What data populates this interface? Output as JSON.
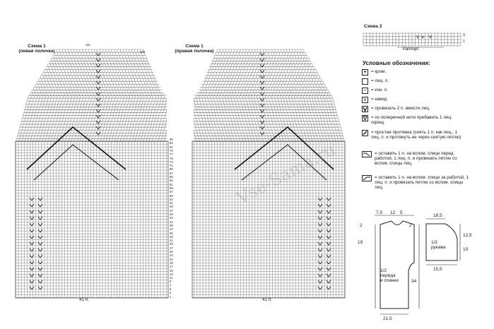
{
  "schemes": {
    "left": {
      "title_line1": "Схема 1",
      "title_line2": "(левая полочка)",
      "stitch_count": "41 п.",
      "row_top_labels": [
        "151",
        "149"
      ],
      "row_labels_right": [
        "85",
        "83",
        "81",
        "79",
        "77",
        "75",
        "73",
        "71",
        "69",
        "67",
        "65",
        "63",
        "61",
        "59",
        "57",
        "55",
        "53",
        "51",
        "49",
        "47",
        "45",
        "43",
        "41",
        "39",
        "37",
        "35",
        "33",
        "31",
        "29",
        "27",
        "25",
        "23",
        "21",
        "19",
        "17",
        "15",
        "13",
        "11",
        "9",
        "7",
        "5",
        "3",
        "1"
      ]
    },
    "right": {
      "title_line1": "Схема 1",
      "title_line2": "(правая полочка)",
      "stitch_count": "41 п."
    },
    "scheme2": {
      "title": "Схема 2",
      "rapport": "Раппорт",
      "row_labels": [
        "3",
        "1"
      ]
    }
  },
  "legend": {
    "heading": "Условные обозначения:",
    "items": [
      {
        "symbol": "plus",
        "text": "= кром."
      },
      {
        "symbol": "blank",
        "text": "= лиц. п."
      },
      {
        "symbol": "dash",
        "text": "= изн. п."
      },
      {
        "symbol": "circle",
        "text": "= накид"
      },
      {
        "symbol": "k2tog",
        "text": "= провязать 2 п. вместе лиц."
      },
      {
        "symbol": "inc",
        "text": "= из поперечной нити прибавить 1 лиц. скрещ."
      },
      {
        "symbol": "skp",
        "text": "= простая протяжка (снять 1 п. как лиц., 1 лиц. п. и протянуть ее через снятую петлю)"
      },
      {
        "symbol": "cable-front",
        "text": "= оставить 1 п. на вспом. спице перед работой, 1 лиц. п. и провязать петлю со вспом. спицы лиц."
      },
      {
        "symbol": "cable-back",
        "text": "= оставить 1 п. на вспом. спице за работой, 1 лиц. п. и провязать петлю со вспом. спицы лиц."
      }
    ]
  },
  "watermark": "Vse-Sama.ru",
  "schematic_body": {
    "top_labels": [
      "7,5",
      "12",
      "5"
    ],
    "left_labels": [
      "2",
      "19"
    ],
    "right_labels": [
      "2",
      "34"
    ],
    "bottom_label": "21,5",
    "center_line1": "1/2",
    "center_line2": "переда",
    "center_line3": "и спинки"
  },
  "schematic_sleeve": {
    "top_label": "18,5",
    "right_labels": [
      "12,5",
      "10"
    ],
    "bottom_label": "15,5",
    "center_line1": "1/2",
    "center_line2": "рукава"
  }
}
